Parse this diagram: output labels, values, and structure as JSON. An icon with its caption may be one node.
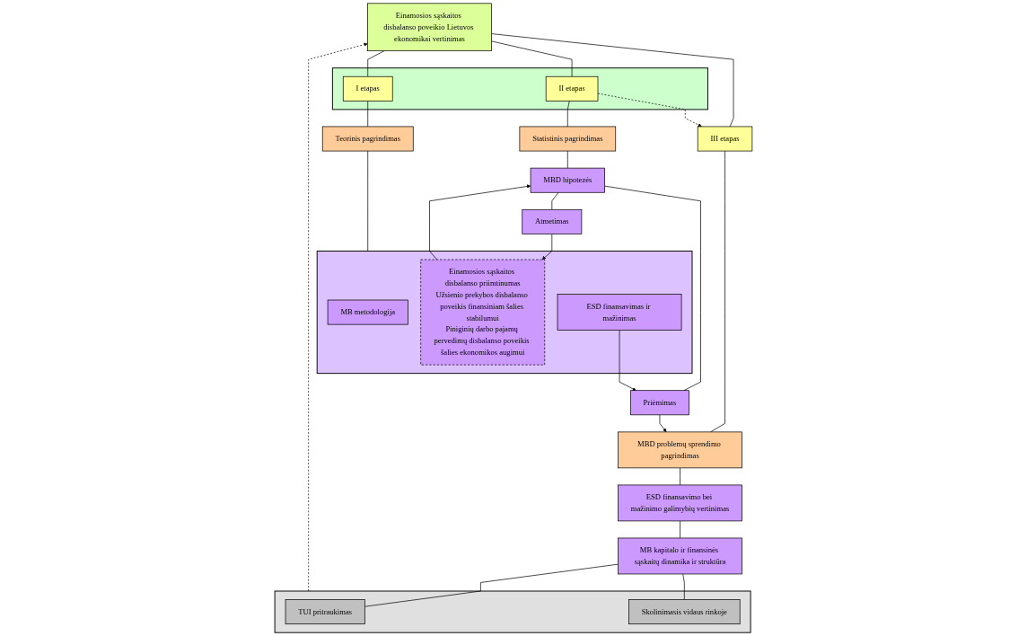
{
  "diagram": {
    "nodes": [
      {
        "text": [
          "Einamosios sąskaitos disbalanso poveikio Lietuvos ekonomikai vertinimas"
        ]
      },
      {
        "text": [],
        "shape": "box"
      },
      {
        "text": [
          "I etapas"
        ],
        "in": 1
      },
      {
        "text": [
          "II etapas"
        ],
        "in": 1
      },
      {
        "text": [
          "III etapas"
        ]
      },
      {
        "text": [
          "Teorinis pagrindimas"
        ]
      },
      {
        "text": [
          "Statistinis pagrindimas"
        ]
      },
      {
        "text": [
          "MBD problemų sprendimo pagrindimas"
        ]
      },
      {
        "text": [],
        "shape": "box"
      },
      {
        "text": [
          "MB metodologija"
        ],
        "in": 8
      },
      {
        "text": [
          "Einamosios sąskaitos disbalanso priimtinumas",
          "Užsienio prekybos disbalanso poveikis finansiniam šalies stabilumui",
          "Piniginių darbo pajamų pervedimų disbalanso poveikis šalies ekonomikos augimui"
        ],
        "in": 8
      },
      {
        "text": [
          "ESD finansavimas ir mažinimas"
        ],
        "in": 8
      },
      {
        "text": [
          "MBD hipotezės"
        ]
      },
      {
        "text": [
          "Atmetimas"
        ]
      },
      {
        "text": [
          "Priėmimas"
        ]
      },
      {
        "text": [
          "ESD finansavimo bei mažinimo galimybių vertinimas"
        ]
      },
      {
        "text": [
          "MB kapitalo ir finansinės sąskaitų dinamika ir struktūra"
        ]
      },
      {
        "text": [],
        "shape": "box"
      },
      {
        "text": [
          "TUI pritraukimas"
        ],
        "in": 17
      },
      {
        "text": [
          "Skolinimasis vidaus rinkoje"
        ],
        "in": 17
      }
    ],
    "edges": [
      {
        "from": 0,
        "to": 2,
        "arrow": "none"
      },
      {
        "from": 0,
        "to": 3,
        "arrow": "none"
      },
      {
        "from": 0,
        "to": 4,
        "arrow": "none"
      },
      {
        "from": 3,
        "to": 4,
        "arrow": "to",
        "style": "dashed"
      },
      {
        "from": 2,
        "to": 5,
        "arrow": "none"
      },
      {
        "from": 3,
        "to": 6,
        "arrow": "none"
      },
      {
        "from": 4,
        "to": 7,
        "arrow": "none"
      },
      {
        "from": 5,
        "to": 8,
        "arrow": "none"
      },
      {
        "from": 10,
        "to": 12,
        "arrow": "to"
      },
      {
        "from": 6,
        "to": 12,
        "arrow": "none"
      },
      {
        "from": 12,
        "to": 13,
        "arrow": "none"
      },
      {
        "from": 12,
        "to": 14,
        "arrow": "none"
      },
      {
        "from": 13,
        "to": 10,
        "arrow": "to"
      },
      {
        "from": 11,
        "to": 14,
        "arrow": "to"
      },
      {
        "from": 14,
        "to": 7,
        "arrow": "to"
      },
      {
        "from": 7,
        "to": 15,
        "arrow": "none"
      },
      {
        "from": 15,
        "to": 16,
        "arrow": "none"
      },
      {
        "from": 16,
        "to": 18,
        "arrow": "none"
      },
      {
        "from": 16,
        "to": 19,
        "arrow": "none"
      },
      {
        "from": 17,
        "to": 0,
        "arrow": "to",
        "style": "dashed"
      }
    ]
  }
}
